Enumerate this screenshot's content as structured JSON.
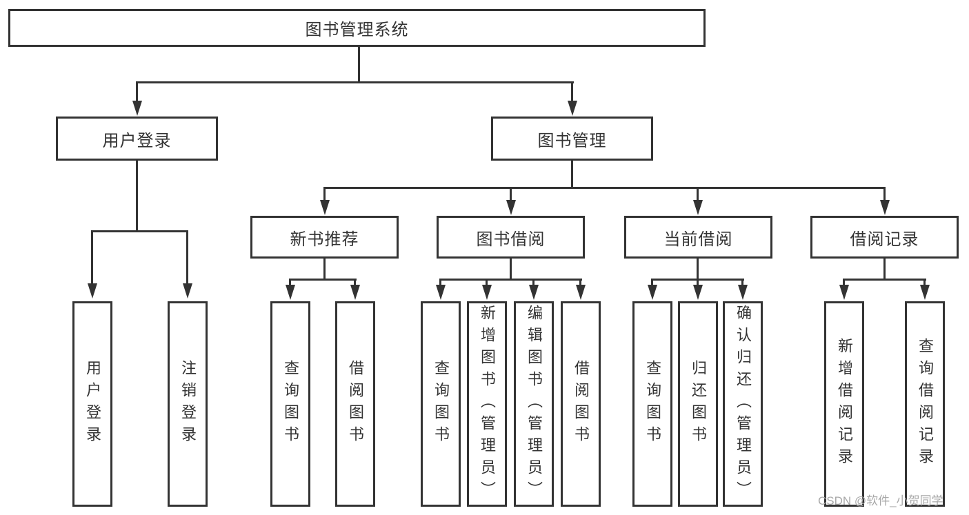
{
  "root": {
    "label": "图书管理系统"
  },
  "branches": [
    {
      "label": "用户登录",
      "children": [
        {
          "label": "用户登录"
        },
        {
          "label": "注销登录"
        }
      ]
    },
    {
      "label": "图书管理",
      "children": [
        {
          "label": "新书推荐",
          "children": [
            {
              "label": "查询图书"
            },
            {
              "label": "借阅图书"
            }
          ]
        },
        {
          "label": "图书借阅",
          "children": [
            {
              "label": "查询图书"
            },
            {
              "label": "新增图书（管理员）"
            },
            {
              "label": "编辑图书（管理员）"
            },
            {
              "label": "借阅图书"
            }
          ]
        },
        {
          "label": "当前借阅",
          "children": [
            {
              "label": "查询图书"
            },
            {
              "label": "归还图书"
            },
            {
              "label": "确认归还（管理员）"
            }
          ]
        },
        {
          "label": "借阅记录",
          "children": [
            {
              "label": "新增借阅记录"
            },
            {
              "label": "查询借阅记录"
            }
          ]
        }
      ]
    }
  ],
  "watermark": "CSDN @软件_小贺同学",
  "colors": {
    "line": "#333333",
    "text": "#333333",
    "box_background": "#ffffff",
    "watermark": "#a8a8a8"
  }
}
